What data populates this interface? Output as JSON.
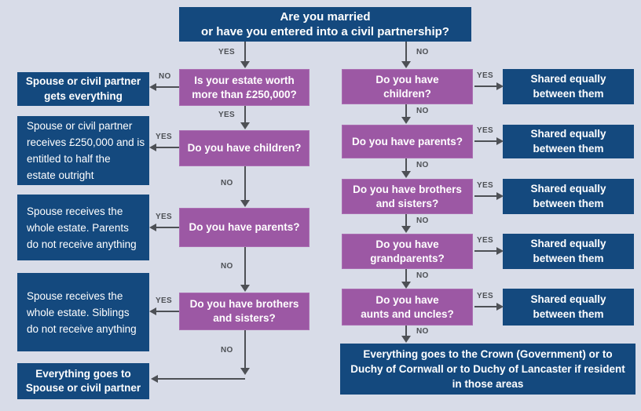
{
  "title": "Are you married\nor have you entered into a civil partnership?",
  "labels": {
    "yes": "YES",
    "no": "NO"
  },
  "colors": {
    "navy": "#14497e",
    "purple": "#9c58a4",
    "purple_border": "#aa6eb2",
    "background": "#d8dce8",
    "arrow": "#4d5055"
  },
  "left_branch": {
    "questions": [
      {
        "text": "Is your estate worth\nmore than £250,000?"
      },
      {
        "text": "Do you have children?"
      },
      {
        "text": "Do you have parents?"
      },
      {
        "text": "Do you have brothers\nand sisters?"
      }
    ],
    "outcomes": [
      {
        "text": "Spouse or civil partner\ngets everything"
      },
      {
        "text": "Spouse or civil partner\nreceives £250,000 and is\nentitled to half the\nestate outright"
      },
      {
        "text": "Spouse receives the\nwhole estate. Parents\ndo not receive anything"
      },
      {
        "text": "Spouse receives the\nwhole estate. Siblings\ndo not receive anything"
      },
      {
        "text": "Everything goes to\nSpouse or civil partner"
      }
    ]
  },
  "right_branch": {
    "questions": [
      {
        "text": "Do you have\nchildren?"
      },
      {
        "text": "Do you have parents?"
      },
      {
        "text": "Do you have brothers\nand sisters?"
      },
      {
        "text": "Do you have\ngrandparents?"
      },
      {
        "text": "Do you have\naunts and uncles?"
      }
    ],
    "shared_outcome": "Shared equally\nbetween them",
    "final_outcome": "Everything goes to the Crown (Government) or to\nDuchy of Cornwall or to Duchy of Lancaster if resident\nin those areas"
  }
}
